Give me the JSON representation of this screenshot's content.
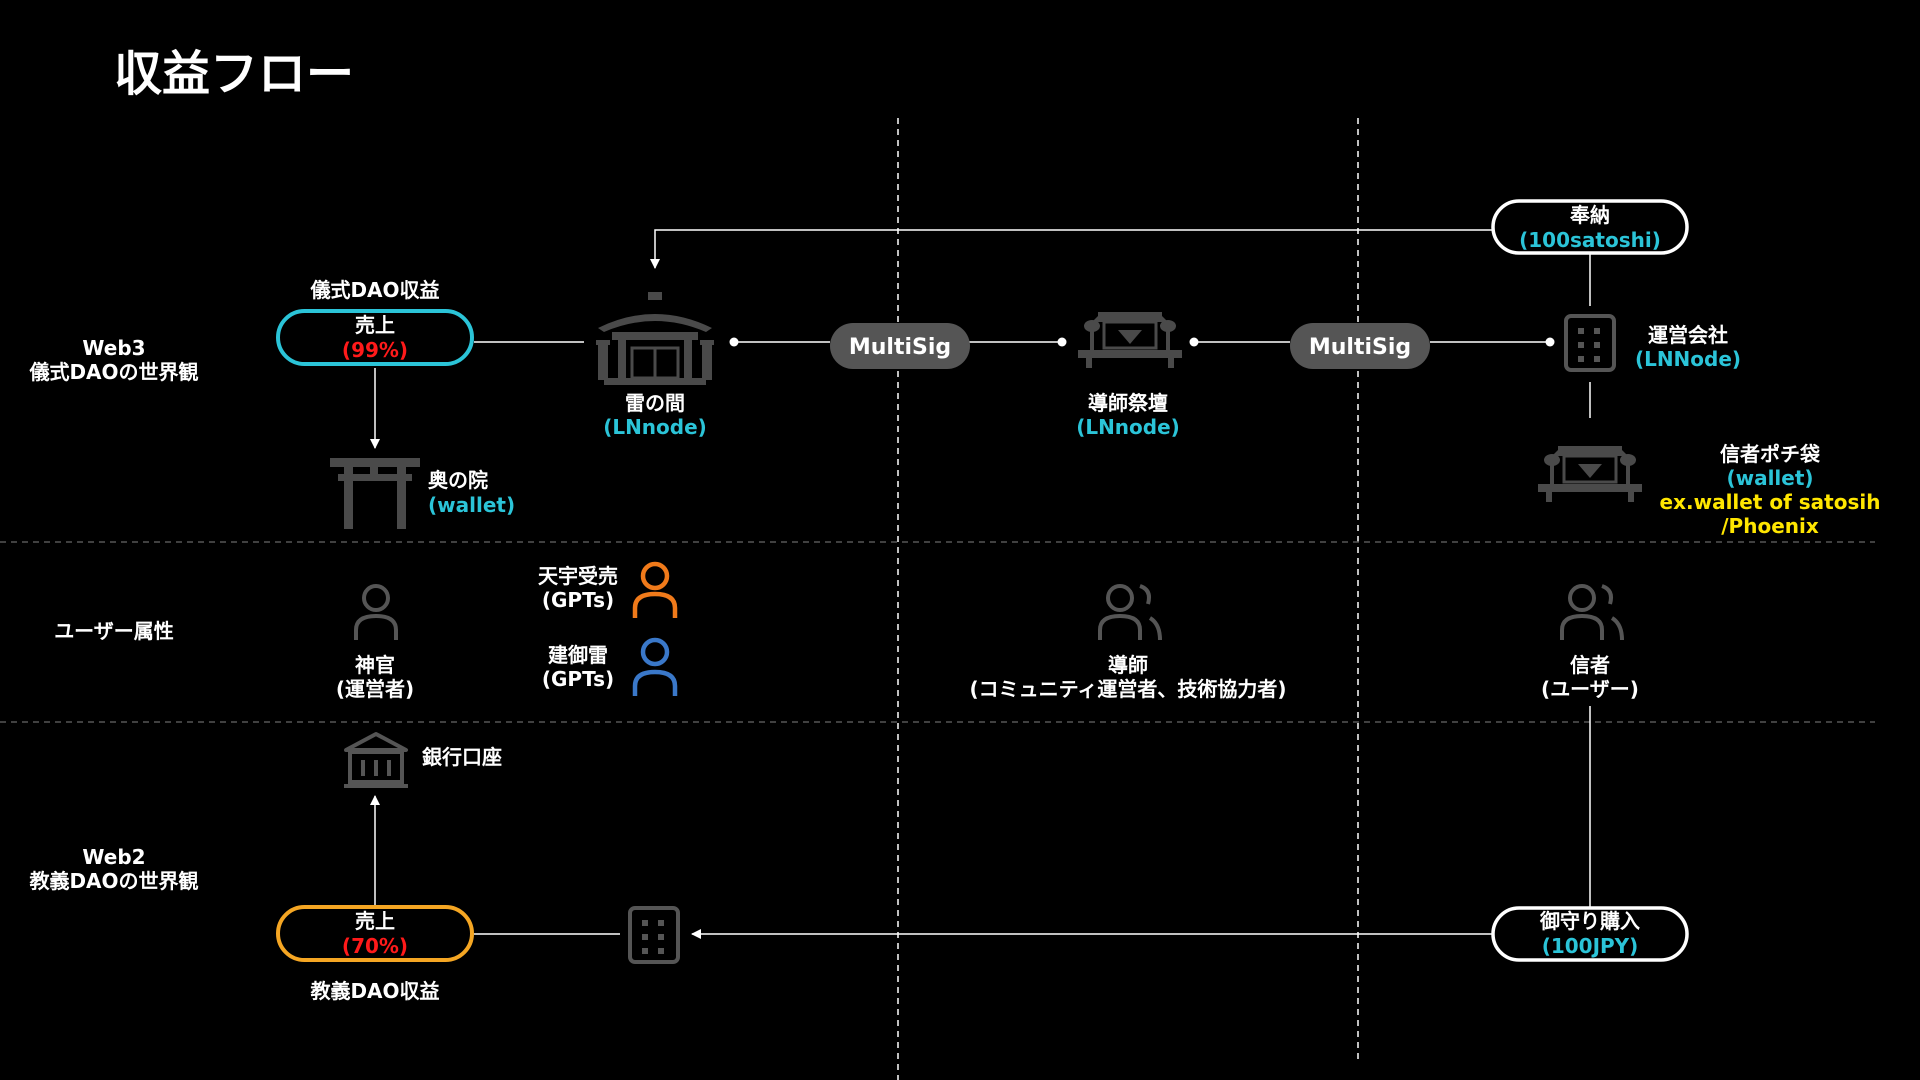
{
  "title": "収益フロー",
  "rows": {
    "web3_line1": "Web3",
    "web3_line2": "儀式DAOの世界観",
    "users": "ユーザー属性",
    "web2_line1": "Web2",
    "web2_line2": "教義DAOの世界観"
  },
  "nodes": {
    "ritual_revenue_caption": "儀式DAO収益",
    "sales_top_label": "売上",
    "sales_top_pct": "(99%)",
    "okunoin": "奥の院",
    "okunoin_sub": "(wallet)",
    "raiden": "雷の間",
    "raiden_sub": "(LNnode)",
    "multisig_1": "MultiSig",
    "doshi_altar": "導師祭壇",
    "doshi_altar_sub": "(LNnode)",
    "multisig_2": "MultiSig",
    "offering": "奉納",
    "offering_sub": "(100satoshi)",
    "company": "運営会社",
    "company_sub": "(LNNode)",
    "pouch": "信者ポチ袋",
    "pouch_sub": "(wallet)",
    "pouch_note1": "ex.wallet of satosih",
    "pouch_note2": "/Phoenix",
    "bank": "銀行口座",
    "sales_bottom_label": "売上",
    "sales_bottom_pct": "(70%)",
    "doctrine_revenue_caption": "教義DAO収益",
    "omamori": "御守り購入",
    "omamori_sub": "(100JPY)"
  },
  "people": {
    "shinkan": "神官",
    "shinkan_sub": "(運営者)",
    "gpt1": "天宇受売",
    "gpt1_sub": "(GPTs)",
    "gpt2": "建御雷",
    "gpt2_sub": "(GPTs)",
    "doshi": "導師",
    "doshi_sub": "(コミュニティ運営者、技術協力者)",
    "believer": "信者",
    "believer_sub": "(ユーザー)"
  },
  "colors": {
    "cyan": "#2bc4d8",
    "orange": "#f5a623",
    "person_orange": "#f07a1a",
    "person_blue": "#3a78c9",
    "red": "#ff1a1a",
    "yellow": "#ffe600",
    "multisig_fill": "#555555",
    "icon_gray": "#555555"
  }
}
